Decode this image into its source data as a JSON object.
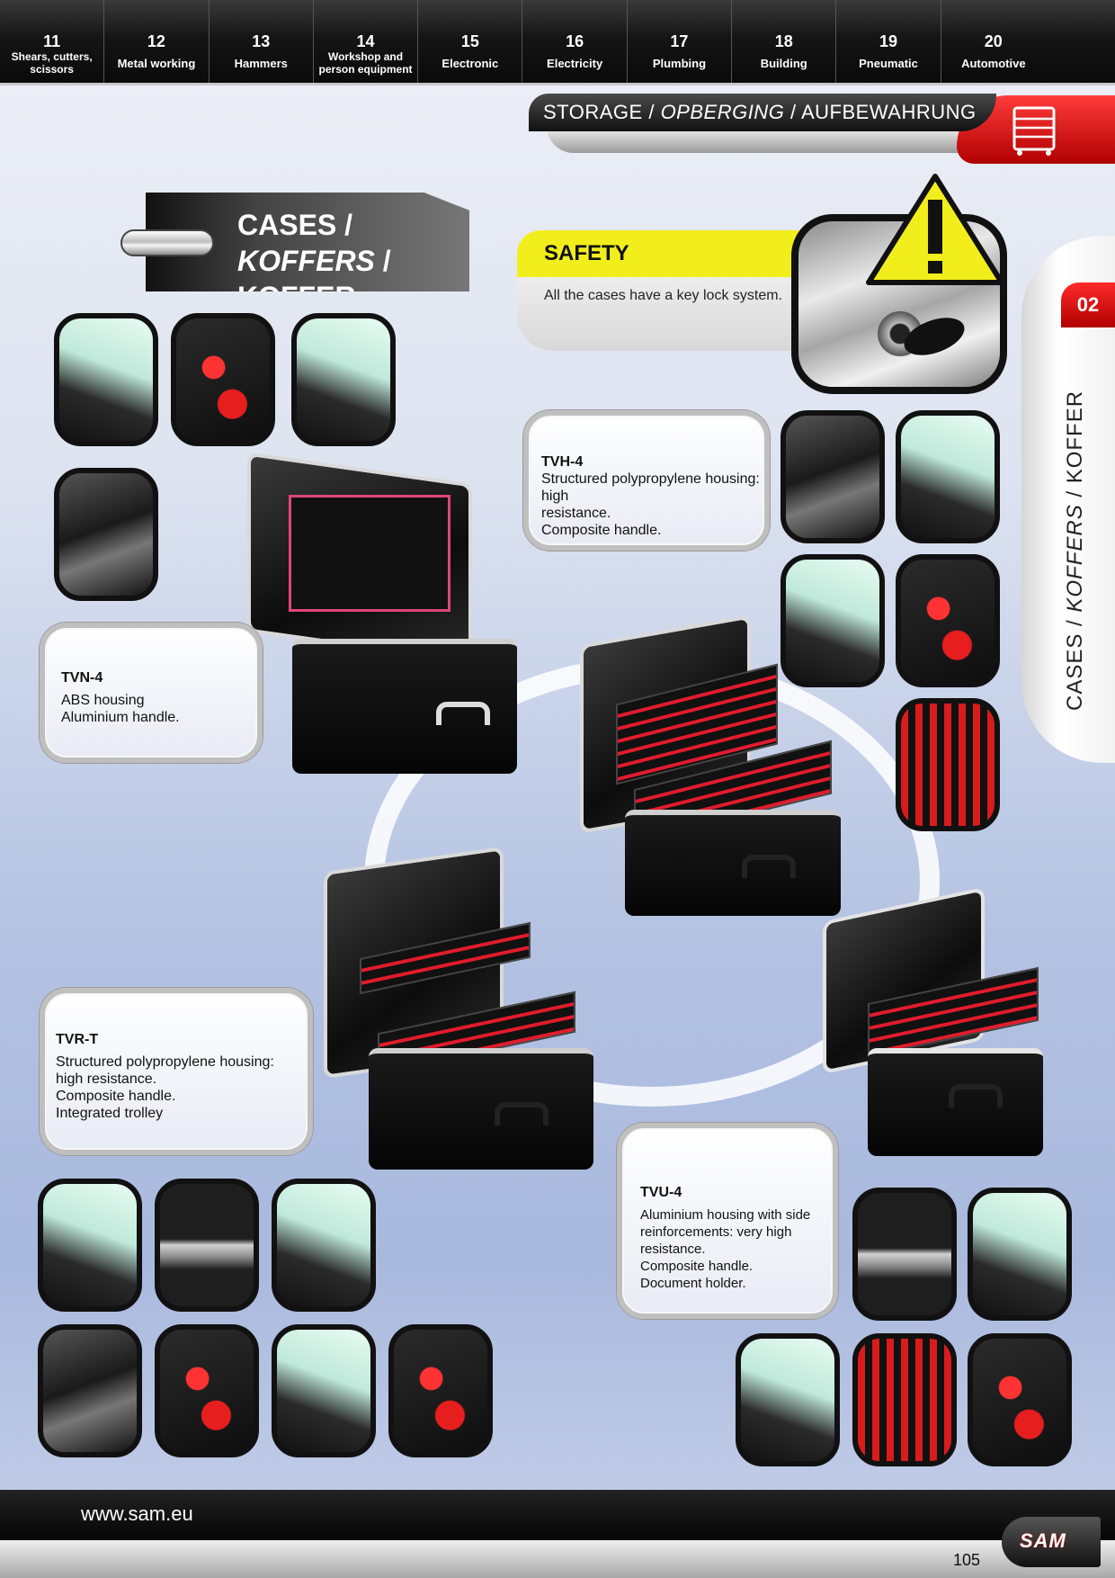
{
  "nav": [
    {
      "num": "11",
      "label": "Shears, cutters, scissors"
    },
    {
      "num": "12",
      "label": "Metal working"
    },
    {
      "num": "13",
      "label": "Hammers"
    },
    {
      "num": "14",
      "label": "Workshop and person equipment"
    },
    {
      "num": "15",
      "label": "Electronic"
    },
    {
      "num": "16",
      "label": "Electricity"
    },
    {
      "num": "17",
      "label": "Plumbing"
    },
    {
      "num": "18",
      "label": "Building"
    },
    {
      "num": "19",
      "label": "Pneumatic"
    },
    {
      "num": "20",
      "label": "Automotive"
    }
  ],
  "header": {
    "storage_en": "STORAGE",
    "storage_nl": "OPBERGING",
    "storage_de": "AUFBEWAHRUNG",
    "sep": "/"
  },
  "side_tab": {
    "number": "02",
    "text_a": "CASES / ",
    "text_b": "KOFFERS",
    "text_c": " / KOFFER"
  },
  "section": {
    "title_en": "CASES",
    "title_nl": "KOFFERS",
    "title_de": "KOFFER",
    "sep": "/"
  },
  "safety": {
    "heading": "SAFETY",
    "text": "All the cases have a key lock system."
  },
  "products": {
    "tvh4": {
      "code": "TVH-4",
      "lines": [
        "Structured polypropylene housing: high",
        "resistance.",
        "Composite handle."
      ]
    },
    "tvn4": {
      "code": "TVN-4",
      "lines": [
        "ABS housing",
        "Aluminium handle."
      ]
    },
    "tvrt": {
      "code": "TVR-T",
      "lines": [
        "Structured polypropylene housing:",
        "high resistance.",
        "Composite handle.",
        "Integrated trolley"
      ]
    },
    "tvu4": {
      "code": "TVU-4",
      "lines": [
        "Aluminium housing with side",
        "reinforcements: very high resistance.",
        "Composite handle.",
        "Document holder."
      ]
    }
  },
  "footer": {
    "url": "www.sam.eu",
    "page": "105",
    "logo": "SAM"
  },
  "colors": {
    "accent_red": "#d81c1c",
    "safety_yellow": "#f2ee1c",
    "nav_black": "#111111"
  }
}
